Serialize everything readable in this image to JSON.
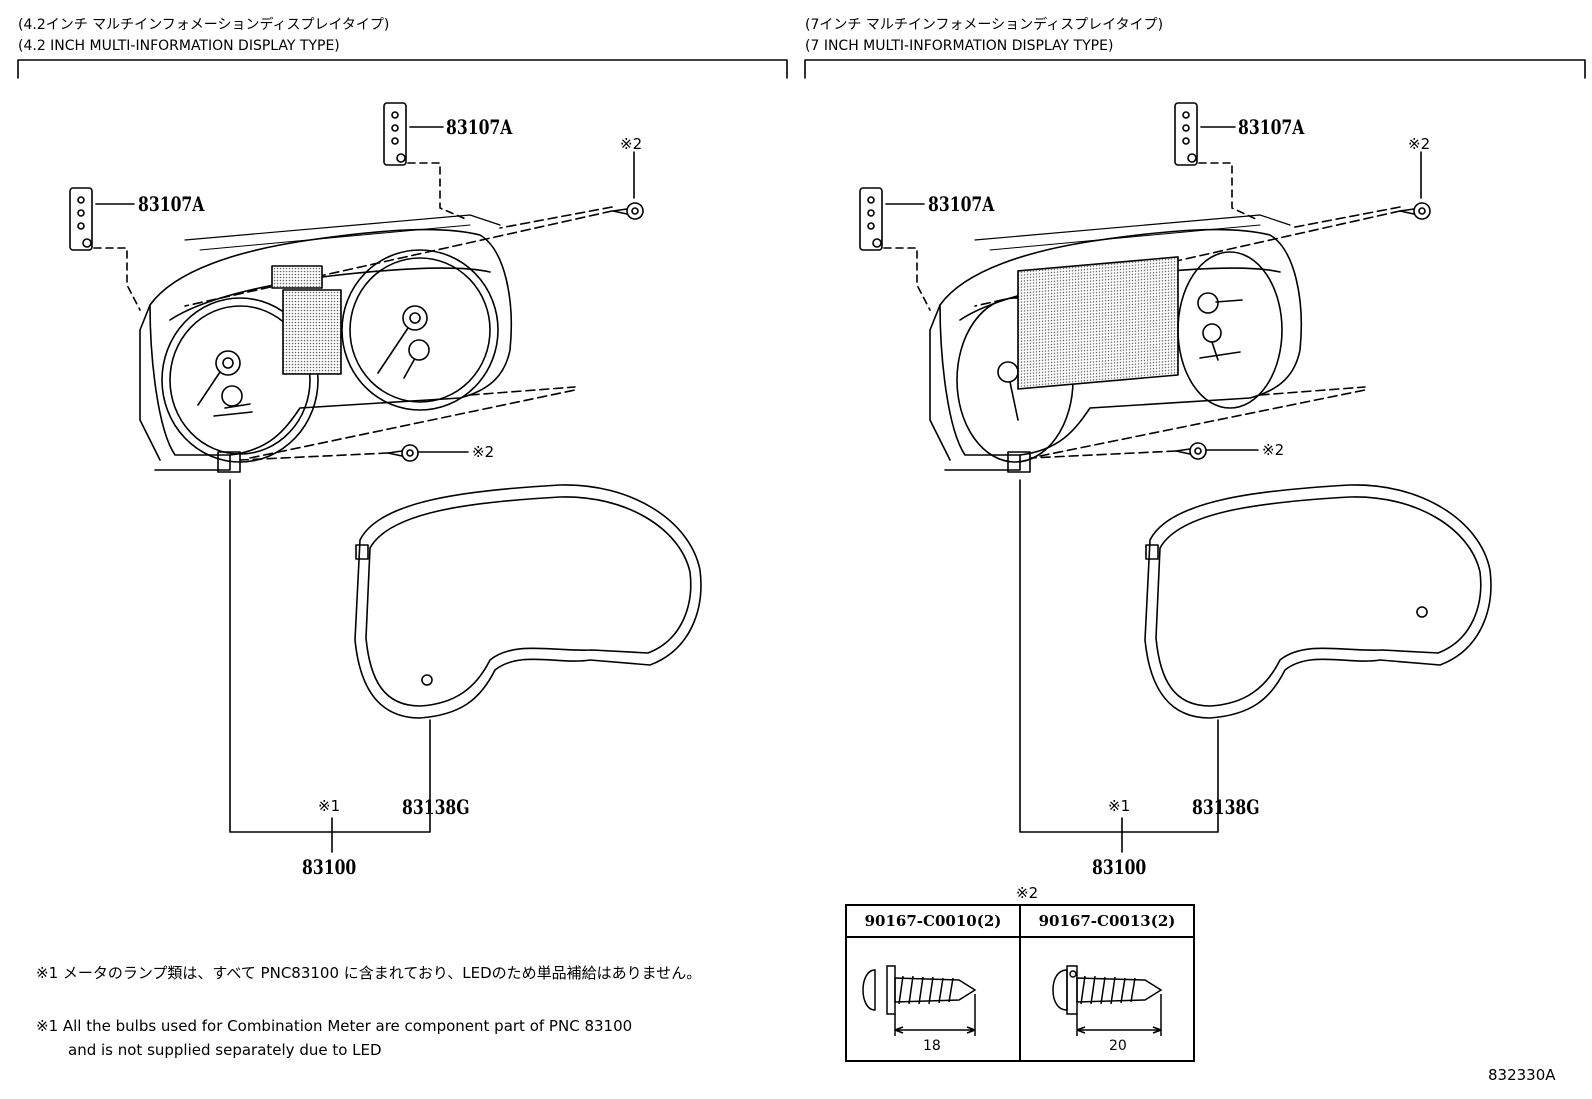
{
  "left_panel": {
    "header_jp": "(4.2インチ マルチインフォメーションディスプレイタイプ)",
    "header_en": "(4.2 INCH MULTI-INFORMATION DISPLAY TYPE)",
    "part_bracket_upper": "83107A",
    "part_bracket_lower": "83107A",
    "part_hood": "83138G",
    "part_meter": "83100",
    "screw_mark_upper": "※2",
    "screw_mark_lower": "※2",
    "meter_note_mark": "※1"
  },
  "right_panel": {
    "header_jp": "(7インチ マルチインフォメーションディスプレイタイプ)",
    "header_en": "(7 INCH MULTI-INFORMATION DISPLAY TYPE)",
    "part_bracket_upper": "83107A",
    "part_bracket_lower": "83107A",
    "part_hood": "83138G",
    "part_meter": "83100",
    "screw_mark_upper": "※2",
    "screw_mark_lower": "※2",
    "meter_note_mark": "※1"
  },
  "fastener_table": {
    "mark": "※2",
    "columns": [
      {
        "part": "90167-C0010(2)",
        "length": "18"
      },
      {
        "part": "90167-C0013(2)",
        "length": "20"
      }
    ]
  },
  "notes": {
    "jp": "※1 メータのランプ類は、すべて PNC83100 に含まれており、LEDのため単品補給はありません。",
    "en_line1": "※1 All the bulbs used for Combination Meter are component part of PNC 83100",
    "en_line2": "and is not supplied separately due to LED"
  },
  "illustration_number": "832330A"
}
